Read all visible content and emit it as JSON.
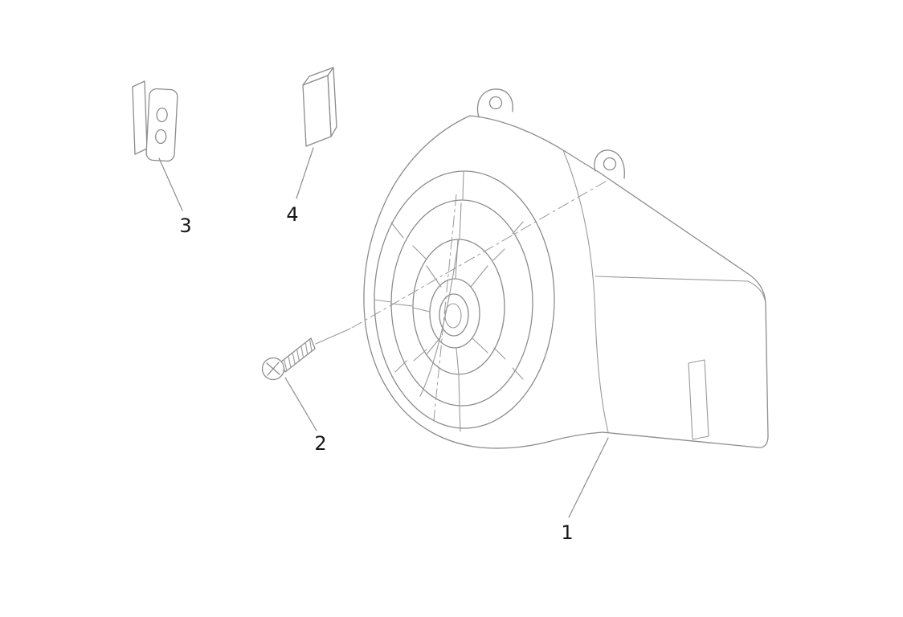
{
  "diagram": {
    "background_color": "#ffffff",
    "line_color": "#8c8c8c",
    "centerline_color": "#9a9a9a",
    "label_color": "#161616",
    "callouts": [
      {
        "label": "1"
      },
      {
        "label": "2"
      },
      {
        "label": "3"
      },
      {
        "label": "4"
      }
    ]
  }
}
